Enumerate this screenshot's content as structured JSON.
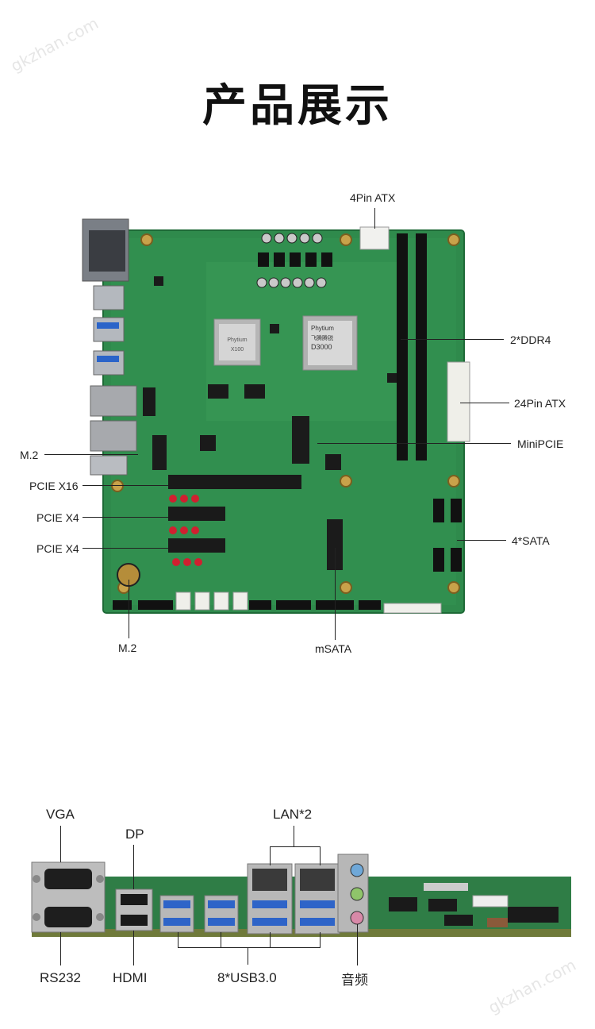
{
  "page": {
    "title": "产品展示",
    "watermark": "gkzhan.com"
  },
  "board": {
    "chips": [
      {
        "brand": "Phytium",
        "model": "X100"
      },
      {
        "brand": "Phytium",
        "subtitle": "飞腾腾锐",
        "model": "D3000"
      }
    ],
    "callouts": {
      "atx4": "4Pin ATX",
      "ddr4": "2*DDR4",
      "atx24": "24Pin ATX",
      "minipcie": "MiniPCIE",
      "sata": "4*SATA",
      "m2_left": "M.2",
      "pcie16": "PCIE X16",
      "pcie4a": "PCIE X4",
      "pcie4b": "PCIE X4",
      "m2_bottom": "M.2",
      "msata": "mSATA"
    }
  },
  "io_panel": {
    "callouts": {
      "vga": "VGA",
      "dp": "DP",
      "lan": "LAN*2",
      "rs232": "RS232",
      "hdmi": "HDMI",
      "usb": "8*USB3.0",
      "audio": "音频"
    }
  },
  "colors": {
    "pcb": "#2f8a4c",
    "pcb_dark": "#1e6a37",
    "text": "#222222"
  }
}
